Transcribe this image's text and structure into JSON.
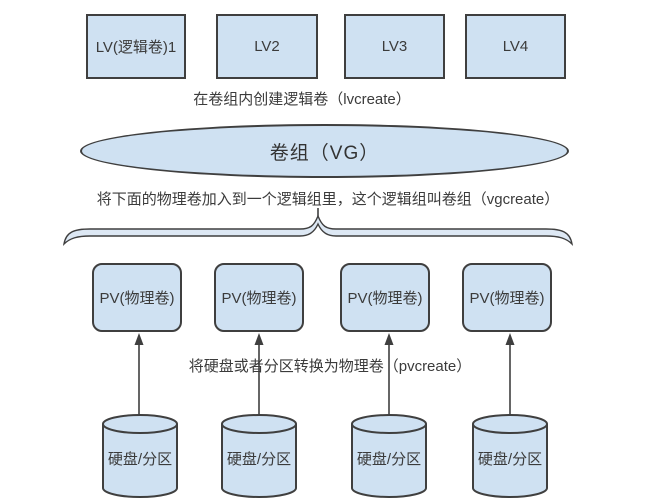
{
  "colors": {
    "box_fill": "#cfe1f2",
    "brace_fill": "#dde8f4",
    "stroke": "#3f3f3f",
    "text": "#3b3b3b",
    "bg": "#ffffff"
  },
  "lv_row": {
    "items": [
      {
        "label": "LV(逻辑卷)1"
      },
      {
        "label": "LV2"
      },
      {
        "label": "LV3"
      },
      {
        "label": "LV4"
      }
    ]
  },
  "vg": {
    "label": "卷组（VG）"
  },
  "captions": {
    "lvcreate": "在卷组内创建逻辑卷（lvcreate）",
    "vgcreate": "将下面的物理卷加入到一个逻辑组里，这个逻辑组叫卷组（vgcreate）",
    "pvcreate": "将硬盘或者分区转换为物理卷（pvcreate）"
  },
  "pv_row": {
    "items": [
      {
        "label": "PV(物理卷)"
      },
      {
        "label": "PV(物理卷)"
      },
      {
        "label": "PV(物理卷)"
      },
      {
        "label": "PV(物理卷)"
      }
    ]
  },
  "disk_row": {
    "items": [
      {
        "label": "硬盘/分区"
      },
      {
        "label": "硬盘/分区"
      },
      {
        "label": "硬盘/分区"
      },
      {
        "label": "硬盘/分区"
      }
    ]
  }
}
